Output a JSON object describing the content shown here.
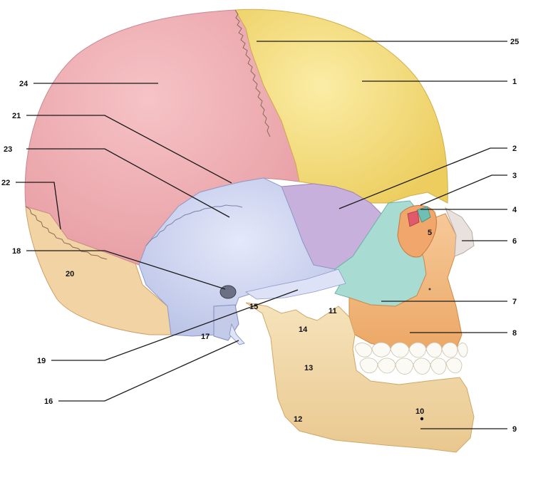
{
  "labels": {
    "l1": "1",
    "l2": "2",
    "l3": "3",
    "l4": "4",
    "l5": "5",
    "l6": "6",
    "l7": "7",
    "l8": "8",
    "l9": "9",
    "l10": "10",
    "l11": "11",
    "l12": "12",
    "l13": "13",
    "l14": "14",
    "l15": "15",
    "l16": "16",
    "l17": "17",
    "l18": "18",
    "l19": "19",
    "l20": "20",
    "l21": "21",
    "l22": "22",
    "l23": "23",
    "l24": "24",
    "l25": "25"
  },
  "colors": {
    "parietal": "#f0b3b8",
    "frontal": "#f7e48a",
    "temporal": "#d6dcf2",
    "sphenoid": "#c9b2dc",
    "zygomatic": "#a9dcd2",
    "occipital": "#f3d6a8",
    "maxilla": "#f4c08a",
    "mandible": "#f3dcae",
    "nasal": "#e8e0dc",
    "teeth": "#fbfaf6"
  }
}
